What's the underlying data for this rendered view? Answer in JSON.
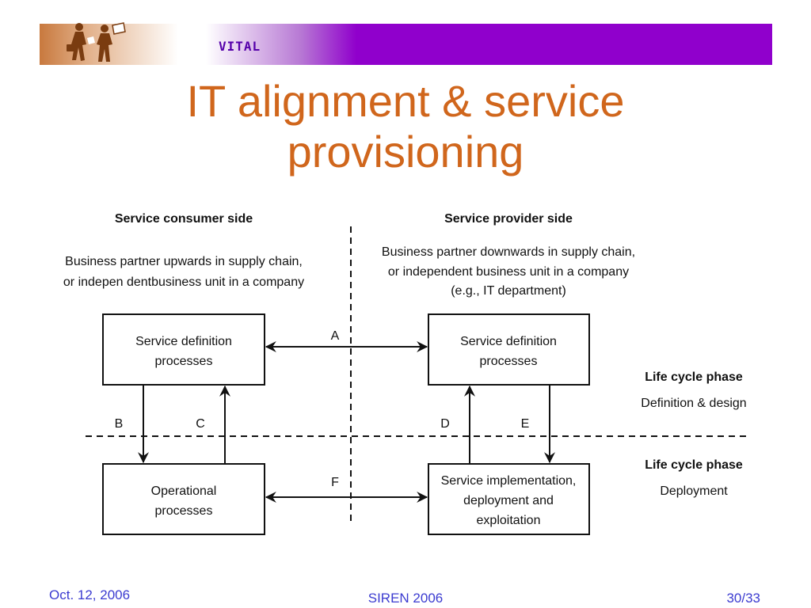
{
  "header": {
    "brand": "VITAL",
    "colors": {
      "band_purple": "#9000cc",
      "band_orange": "#c8793e",
      "title_orange": "#d0661c",
      "footer_blue": "#3b3bd0"
    }
  },
  "slide": {
    "title_line1": "IT alignment & service",
    "title_line2": "provisioning"
  },
  "diagram": {
    "consumer": {
      "heading": "Service consumer side",
      "desc_line1": "Business partner upwards in supply chain,",
      "desc_line2": "or indepen dentbusiness unit in a company"
    },
    "provider": {
      "heading": "Service provider side",
      "desc_line1": "Business partner downwards in supply chain,",
      "desc_line2": "or independent business unit in a company",
      "desc_line3": "(e.g., IT department)"
    },
    "boxes": {
      "consumer_definition": {
        "line1": "Service definition",
        "line2": "processes"
      },
      "provider_definition": {
        "line1": "Service definition",
        "line2": "processes"
      },
      "operational": {
        "line1": "Operational",
        "line2": "processes"
      },
      "implementation": {
        "line1": "Service implementation,",
        "line2": "deployment and",
        "line3": "exploitation"
      }
    },
    "arrow_labels": {
      "a": "A",
      "b": "B",
      "c": "C",
      "d": "D",
      "e": "E",
      "f": "F"
    },
    "phases": {
      "definition": {
        "heading": "Life cycle phase",
        "name": "Definition & design"
      },
      "deployment": {
        "heading": "Life cycle phase",
        "name": "Deployment"
      }
    }
  },
  "footer": {
    "date": "Oct. 12, 2006",
    "event": "SIREN 2006",
    "page": "30/33"
  }
}
